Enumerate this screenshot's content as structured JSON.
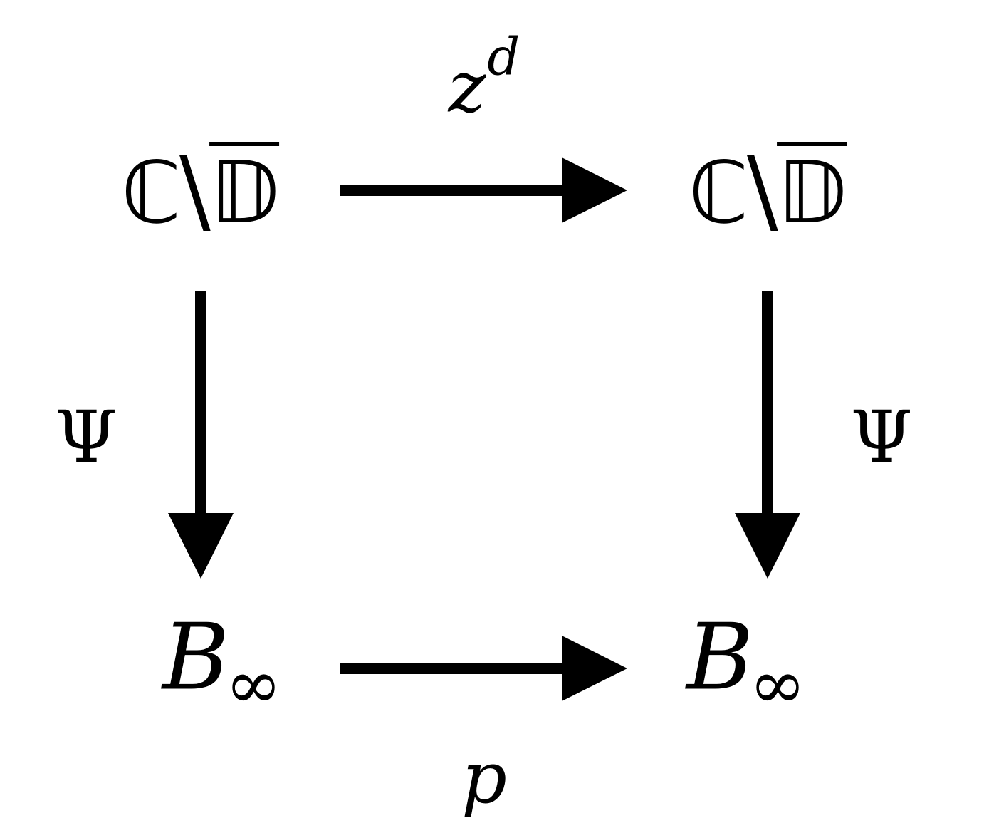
{
  "diagram": {
    "nodes": {
      "top_left": {
        "left": "ℂ",
        "minus": "\\",
        "right": "𝔻"
      },
      "top_right": {
        "left": "ℂ",
        "minus": "\\",
        "right": "𝔻"
      },
      "bottom_left": {
        "main": "B",
        "sub": "∞"
      },
      "bottom_right": {
        "main": "B",
        "sub": "∞"
      }
    },
    "labels": {
      "top": {
        "base": "z",
        "sup": "d"
      },
      "left": "Ψ",
      "right": "Ψ",
      "bottom": "p"
    }
  }
}
